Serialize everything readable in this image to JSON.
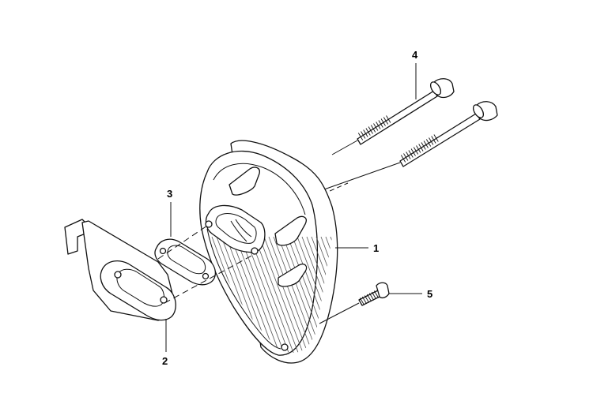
{
  "callouts": [
    {
      "id": "muffler",
      "label": "1"
    },
    {
      "id": "gasket-lower",
      "label": "2"
    },
    {
      "id": "gasket-upper",
      "label": "3"
    },
    {
      "id": "long-bolt",
      "label": "4"
    },
    {
      "id": "short-screw",
      "label": "5"
    }
  ],
  "colors": {
    "line": "#111111",
    "background": "#ffffff",
    "hatch": "#555555"
  }
}
